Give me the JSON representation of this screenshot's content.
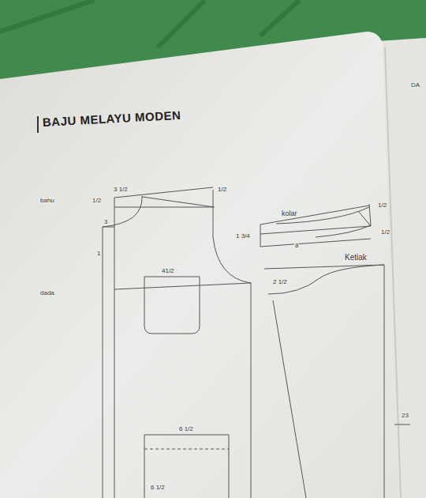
{
  "diagram": {
    "title": "BAJU MELAYU MODEN",
    "labels": [
      "DA",
      "bahu",
      "1/2",
      "3 1/2",
      "1/2",
      "3",
      "1",
      "41/2",
      "dada",
      "kolar",
      "1/2",
      "1/2",
      "1 3/4",
      "8",
      "Ketiak",
      "2 1/2",
      "23",
      "6 1/2",
      "6 1/2"
    ]
  }
}
